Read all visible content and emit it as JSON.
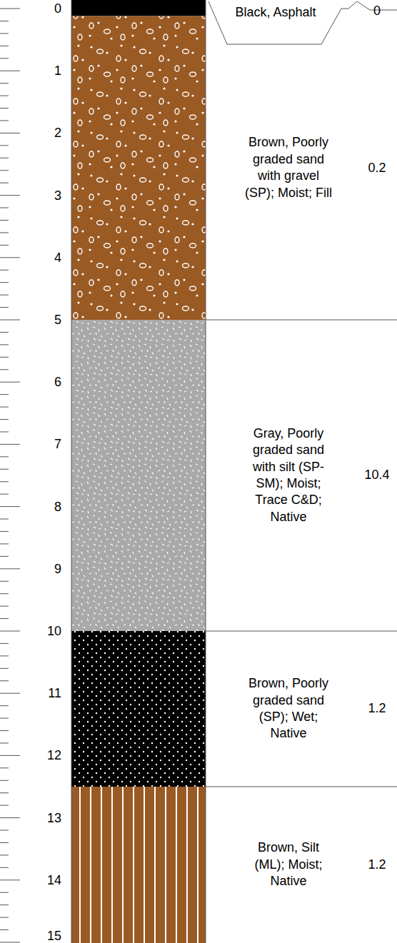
{
  "diagram": {
    "nodes": [
      {
        "text": [
          "Black, Asphalt",
          "0"
        ]
      },
      {
        "text": [
          "Brown, Poorly graded sand with gravel (SP); Moist; Fill",
          "0.2"
        ]
      },
      {
        "text": [
          "Gray, Poorly graded sand with silt (SP-SM); Moist; Trace C&D; Native",
          "10.4"
        ]
      },
      {
        "text": [
          "Brown, Poorly graded sand (SP); Wet; Native",
          "1.2"
        ]
      },
      {
        "text": [
          "Brown, Silt (ML); Moist; Native",
          "1.2"
        ]
      }
    ],
    "labels": [
      "0",
      "1",
      "2",
      "3",
      "4",
      "5",
      "6",
      "7",
      "8",
      "9",
      "10",
      "11",
      "12",
      "13",
      "14",
      "15"
    ]
  }
}
